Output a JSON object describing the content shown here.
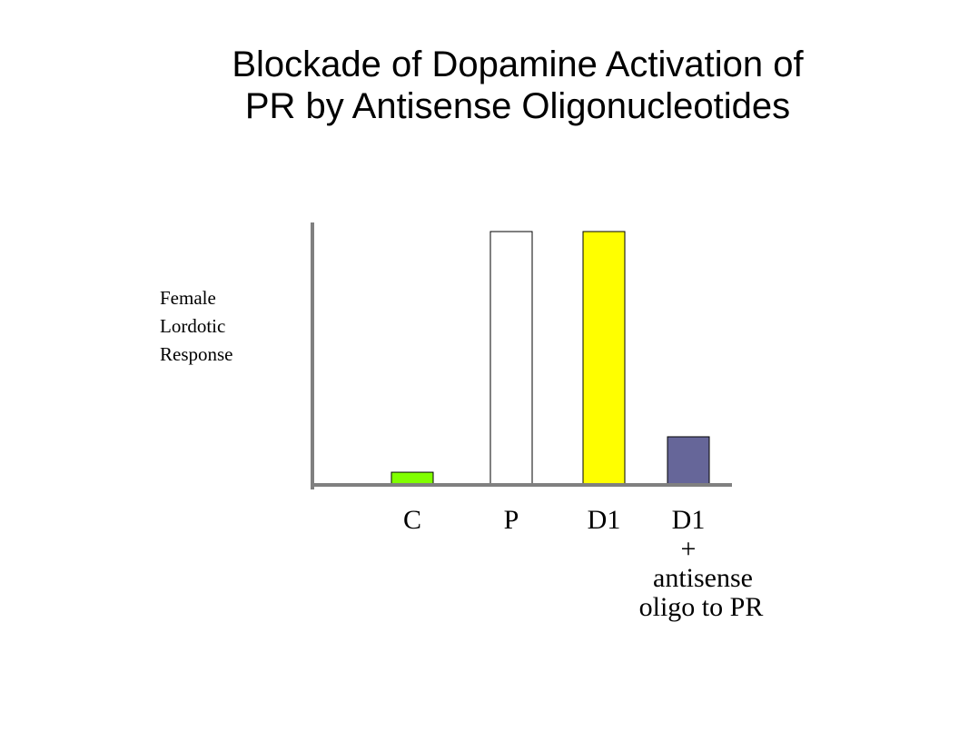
{
  "chart_data": {
    "type": "bar",
    "title": [
      "Blockade of Dopamine Activation of",
      "PR by Antisense Oligonucleotides"
    ],
    "ylabel": [
      "Female",
      "Lordotic",
      "Response"
    ],
    "xlabel": "",
    "categories": [
      [
        "C"
      ],
      [
        "P"
      ],
      [
        "D1"
      ],
      [
        "D1",
        "+",
        "antisense",
        "oligo to PR"
      ]
    ],
    "values": [
      5,
      100,
      100,
      19
    ],
    "ylim": [
      0,
      100
    ],
    "colors": [
      "#80ff00",
      "#ffffff",
      "#ffff00",
      "#666699"
    ],
    "grid": false,
    "yticks_shown": false,
    "legend": "none"
  }
}
